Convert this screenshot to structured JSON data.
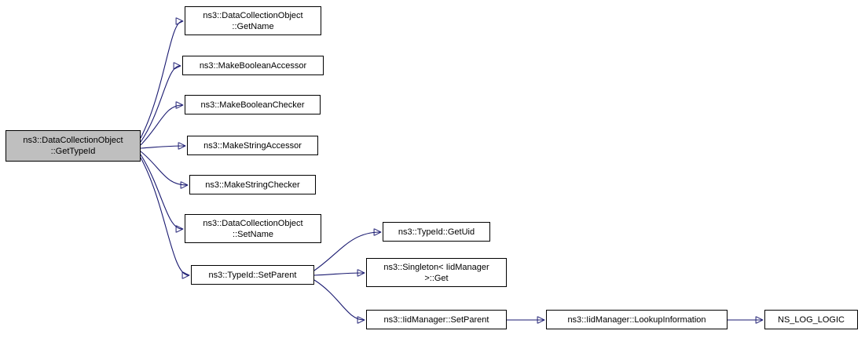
{
  "diagram": {
    "kind": "call-graph",
    "colors": {
      "edge": "#191970",
      "node_border": "#000000",
      "node_fill": "#ffffff",
      "highlight_fill": "#bfbfbf"
    },
    "nodes": [
      {
        "id": "gettypeid",
        "label": "ns3::DataCollectionObject\n::GetTypeId",
        "highlighted": true
      },
      {
        "id": "getname",
        "label": "ns3::DataCollectionObject\n::GetName"
      },
      {
        "id": "makebooleanaccessor",
        "label": "ns3::MakeBooleanAccessor"
      },
      {
        "id": "makebooleanchecker",
        "label": "ns3::MakeBooleanChecker"
      },
      {
        "id": "makestringaccessor",
        "label": "ns3::MakeStringAccessor"
      },
      {
        "id": "makestringchecker",
        "label": "ns3::MakeStringChecker"
      },
      {
        "id": "setname",
        "label": "ns3::DataCollectionObject\n::SetName"
      },
      {
        "id": "typeid-setparent",
        "label": "ns3::TypeId::SetParent"
      },
      {
        "id": "typeid-getuid",
        "label": "ns3::TypeId::GetUid"
      },
      {
        "id": "singleton-get",
        "label": "ns3::Singleton< IidManager\n>::Get"
      },
      {
        "id": "iidmanager-setparent",
        "label": "ns3::IidManager::SetParent"
      },
      {
        "id": "lookupinformation",
        "label": "ns3::IidManager::LookupInformation"
      },
      {
        "id": "ns-log-logic",
        "label": "NS_LOG_LOGIC"
      }
    ]
  }
}
